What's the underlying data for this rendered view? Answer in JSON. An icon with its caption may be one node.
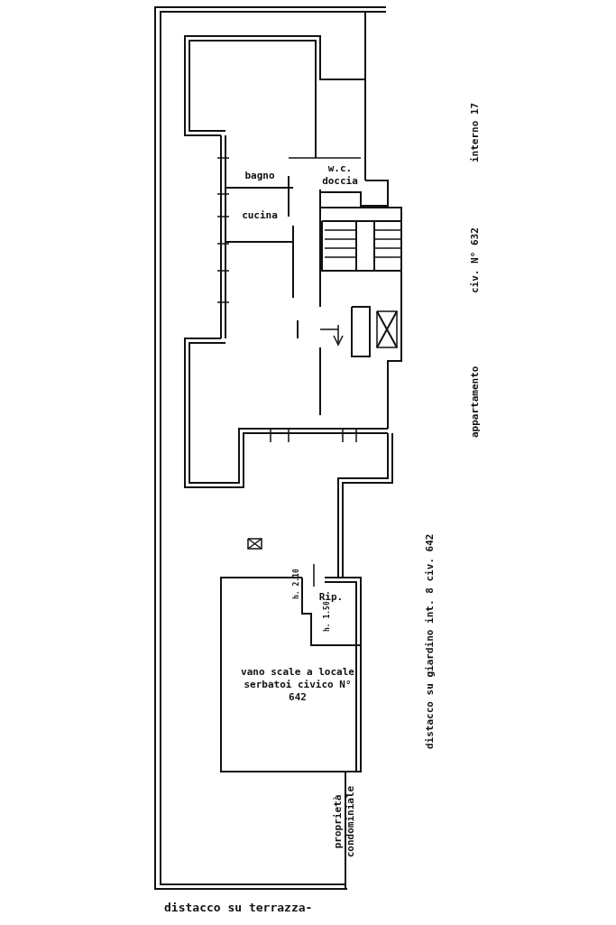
{
  "diagram": {
    "labels": [
      "bagno",
      "w.c. doccia",
      "cucina",
      "Rip.",
      "h. 2.10",
      "h. 1.50",
      "vano scale a locale serbatoi civico N° 642",
      "appartamento",
      "civ. N° 632",
      "interno 17",
      "distacco su giardino int. 8 civ. 642",
      "proprietà condominiale",
      "distacco su terrazza-"
    ]
  }
}
